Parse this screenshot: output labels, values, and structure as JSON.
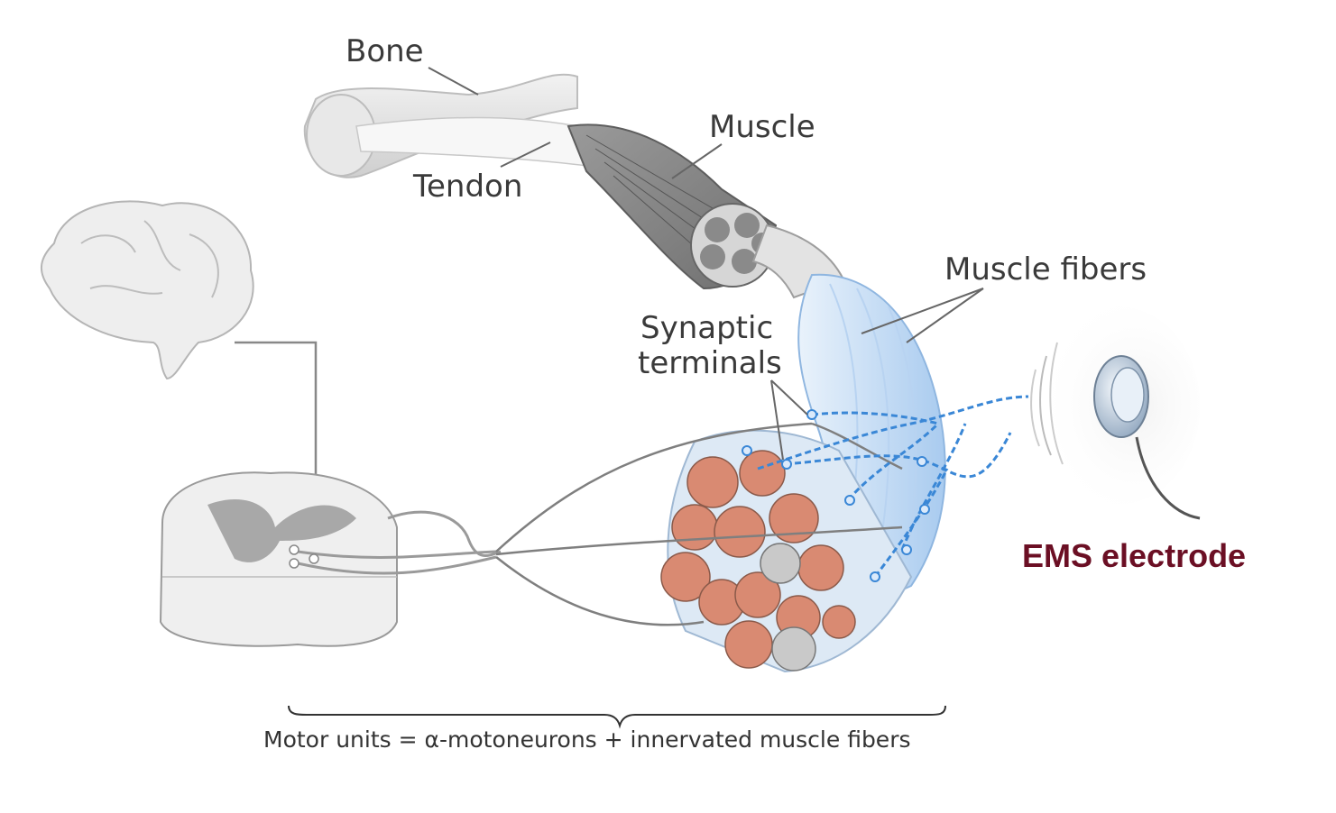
{
  "labels": {
    "bone": "Bone",
    "tendon": "Tendon",
    "muscle": "Muscle",
    "muscle_fibers": "Muscle fibers",
    "synaptic_terminals_line1": "Synaptic",
    "synaptic_terminals_line2": "terminals",
    "ems_electrode": "EMS electrode",
    "motor_units": "Motor units = α-motoneurons + innervated muscle fibers"
  },
  "colors": {
    "label_text": "#3a3a3a",
    "ems_text": "#6b0f24",
    "fiber_blue": "#9cc3ea",
    "nerve_blue": "#3a87d6",
    "fascicle_red": "#d98a72",
    "gray_tissue": "#bfbfbf"
  }
}
